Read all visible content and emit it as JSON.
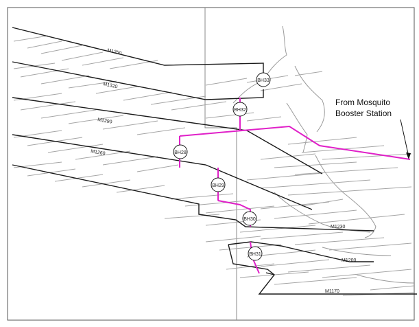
{
  "colors": {
    "pipe": "#e020c8",
    "bench": "#1a1a1a",
    "grey": "#9a9a9a",
    "frame": "#555555"
  },
  "levels": [
    {
      "id": "m1350",
      "label": "M1350"
    },
    {
      "id": "m1320",
      "label": "M1320"
    },
    {
      "id": "m1290",
      "label": "M1290"
    },
    {
      "id": "m1260",
      "label": "M1260"
    },
    {
      "id": "m1230",
      "label": "M1230"
    },
    {
      "id": "m1200",
      "label": "M1200"
    },
    {
      "id": "m1170",
      "label": "M1170"
    }
  ],
  "boreholes": [
    {
      "id": "bh33",
      "label": "BH33"
    },
    {
      "id": "bh32",
      "label": "BH32"
    },
    {
      "id": "bh28",
      "label": "BH28"
    },
    {
      "id": "bh29",
      "label": "BH29"
    },
    {
      "id": "bh30",
      "label": "BH30"
    },
    {
      "id": "bh31",
      "label": "BH31"
    }
  ],
  "callout": {
    "line1": "From Mosquito",
    "line2": "Booster Station"
  }
}
